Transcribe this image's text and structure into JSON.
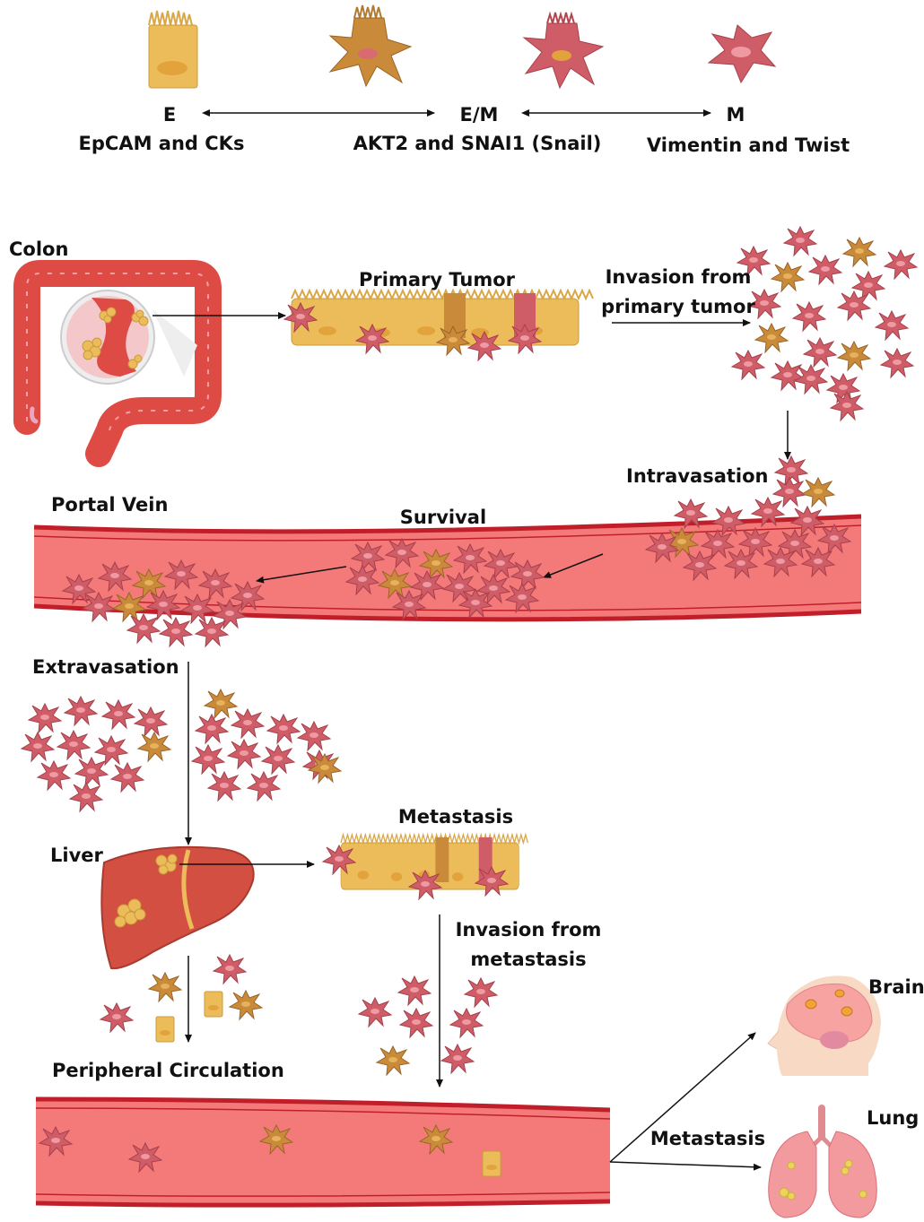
{
  "phenotypes": {
    "epithelial": {
      "letter": "E",
      "markers": "EpCAM and CKs"
    },
    "hybrid": {
      "letter": "E/M",
      "markers": "AKT2 and SNAI1 (Snail)"
    },
    "mesenchymal": {
      "letter": "M",
      "markers": "Vimentin and Twist"
    }
  },
  "stages": {
    "colon": "Colon",
    "primary_tumor": "Primary Tumor",
    "invasion_primary_line1": "Invasion from",
    "invasion_primary_line2": "primary tumor",
    "intravasation": "Intravasation",
    "portal_vein": "Portal Vein",
    "survival": "Survival",
    "extravasation": "Extravasation",
    "liver": "Liver",
    "metastasis_liver": "Metastasis",
    "invasion_metastasis_line1": "Invasion from",
    "invasion_metastasis_line2": "metastasis",
    "peripheral_circulation": "Peripheral Circulation",
    "metastasis_distant": "Metastasis",
    "brain": "Brain",
    "lung": "Lung"
  },
  "colors": {
    "epithelial_cell": "#ecbc5a",
    "hybrid_cell": "#c98a3a",
    "mesenchymal_cell": "#cf5d68",
    "vessel_fill": "#f47a7a",
    "vessel_wall": "#c01f2a",
    "colon": "#de4a44",
    "liver": "#d24f42"
  }
}
